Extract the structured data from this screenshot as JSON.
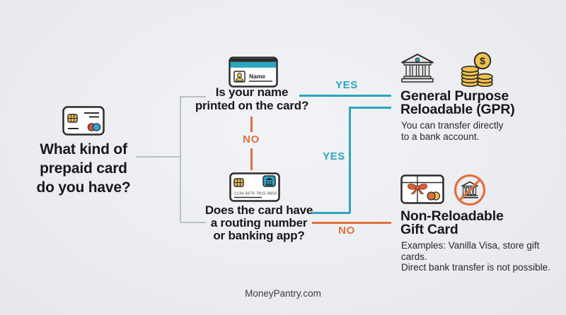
{
  "diagram": {
    "root": {
      "lines": [
        "What kind of",
        "prepaid card",
        "do you have?"
      ]
    },
    "q1": {
      "lines": [
        "Is your name",
        "printed on the card?"
      ],
      "yes_label": "YES",
      "no_label": "NO"
    },
    "q2": {
      "lines": [
        "Does the card have",
        "a routing number",
        "or banking app?"
      ],
      "yes_label": "YES",
      "no_label": "NO"
    },
    "gpr": {
      "title_lines": [
        "General Purpose",
        "Reloadable (GPR)"
      ],
      "desc_lines": [
        "You can transfer directly",
        "to a bank account."
      ]
    },
    "gift": {
      "title_lines": [
        "Non-Reloadable",
        "Gift Card"
      ],
      "desc_lines": [
        "Examples: Vanilla Visa, store gift cards.",
        "Direct bank transfer is not possible."
      ]
    }
  },
  "icons": {
    "name_card_label": "Name",
    "routing_card_number": "1234 5676 7815 9603",
    "dollar_sign": "$",
    "names": [
      "prepaid-card-icon",
      "name-card-icon",
      "routing-card-icon",
      "bank-icon",
      "coins-icon",
      "gift-card-icon",
      "no-bank-transfer-icon"
    ]
  },
  "footer": {
    "text": "MoneyPantry.com"
  },
  "colors": {
    "yes_teal": "#2aa6bf",
    "no_orange": "#e0703a",
    "connector_gray": "#b9c0c7",
    "text_dark": "#17181a",
    "gold": "#f0c14b",
    "background": "#ecedf0"
  }
}
